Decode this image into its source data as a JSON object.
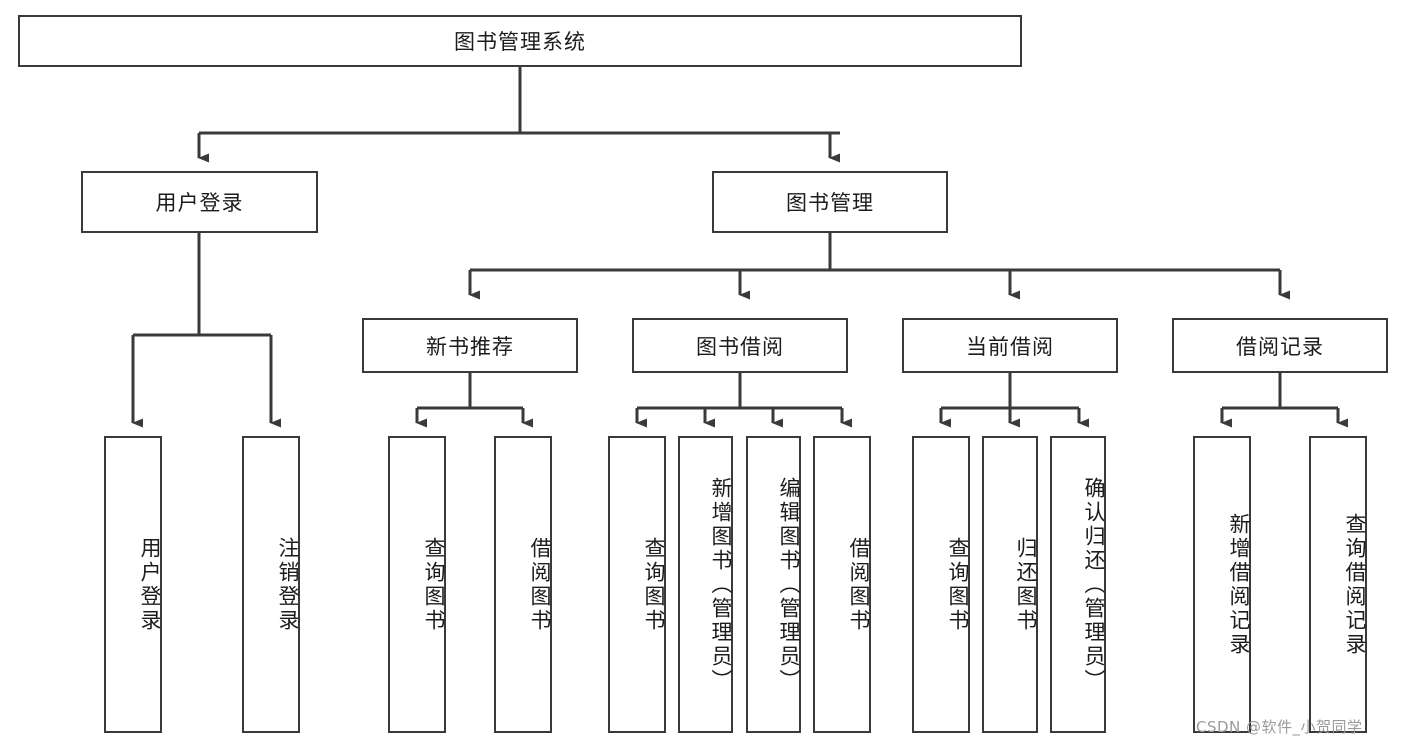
{
  "diagram": {
    "title": "图书管理系统",
    "type": "tree-hierarchy",
    "root": {
      "label": "图书管理系统",
      "orientation": "horizontal"
    },
    "level2": [
      {
        "label": "用户登录",
        "orientation": "horizontal"
      },
      {
        "label": "图书管理",
        "orientation": "horizontal"
      }
    ],
    "level3": [
      {
        "label": "新书推荐",
        "orientation": "horizontal"
      },
      {
        "label": "图书借阅",
        "orientation": "horizontal"
      },
      {
        "label": "当前借阅",
        "orientation": "horizontal"
      },
      {
        "label": "借阅记录",
        "orientation": "horizontal"
      }
    ],
    "leaves": {
      "user_login": [
        {
          "label": "用户登录",
          "orientation": "vertical"
        },
        {
          "label": "注销登录",
          "orientation": "vertical"
        }
      ],
      "new_book_recommend": [
        {
          "label": "查询图书",
          "orientation": "vertical"
        },
        {
          "label": "借阅图书",
          "orientation": "vertical"
        }
      ],
      "book_borrow": [
        {
          "label": "查询图书",
          "orientation": "vertical"
        },
        {
          "label": "新增图书（管理员）",
          "orientation": "vertical"
        },
        {
          "label": "编辑图书（管理员）",
          "orientation": "vertical"
        },
        {
          "label": "借阅图书",
          "orientation": "vertical"
        }
      ],
      "current_borrow": [
        {
          "label": "查询图书",
          "orientation": "vertical"
        },
        {
          "label": "归还图书",
          "orientation": "vertical"
        },
        {
          "label": "确认归还（管理员）",
          "orientation": "vertical"
        }
      ],
      "borrow_record": [
        {
          "label": "新增借阅记录",
          "orientation": "vertical"
        },
        {
          "label": "查询借阅记录",
          "orientation": "vertical"
        }
      ]
    }
  },
  "watermark": {
    "text": "CSDN @软件_小贺同学"
  },
  "colors": {
    "stroke": "#3a3a3a",
    "text": "#1c1c1c",
    "background": "#ffffff",
    "watermark": "#9b9b9b"
  }
}
